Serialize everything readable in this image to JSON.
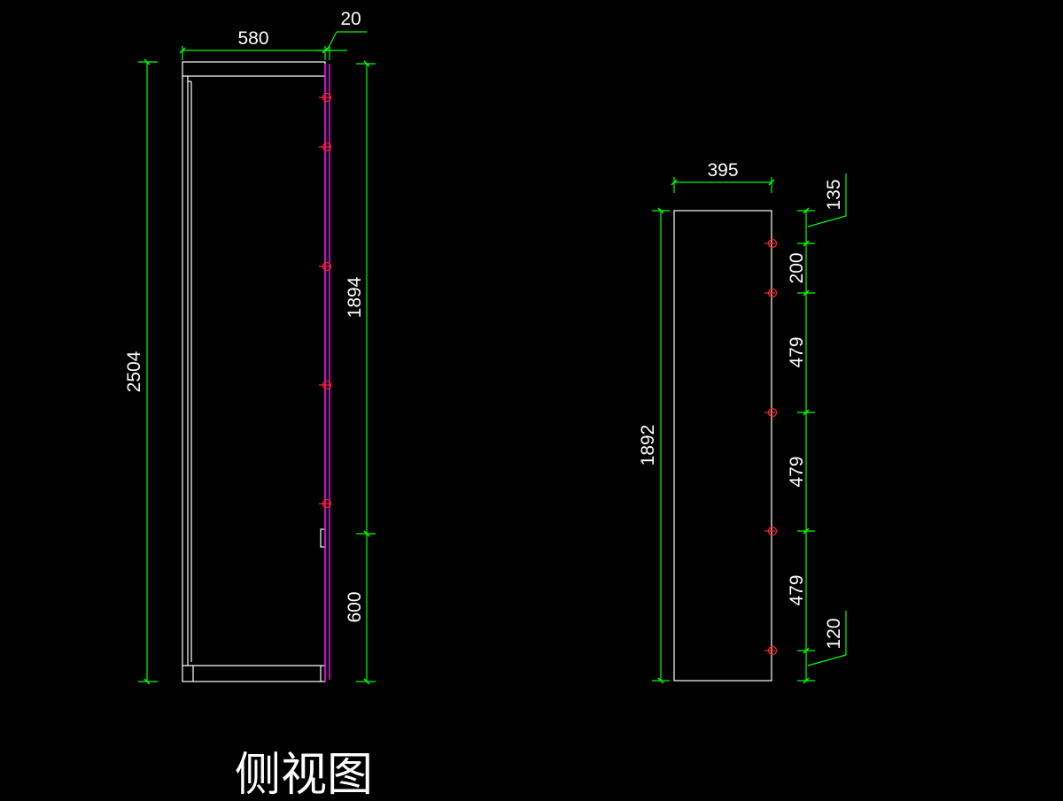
{
  "title": "侧视图",
  "colors": {
    "background": "#000000",
    "outline": "#ffffff",
    "dimension": "#00ff00",
    "hinge": "#ff0000",
    "door_edge": "#ff00ff",
    "text": "#ffffff"
  },
  "side_view": {
    "dims": {
      "width": "580",
      "door_thickness": "20",
      "total_height": "2504",
      "upper_height": "1894",
      "lower_height": "600"
    },
    "hinge_count": 5
  },
  "door_view": {
    "dims": {
      "width": "395",
      "height": "1892",
      "top_offset": "135",
      "first_spacing": "200",
      "spacing_1": "479",
      "spacing_2": "479",
      "spacing_3": "479",
      "bottom_offset": "120"
    },
    "hinge_count": 5
  }
}
